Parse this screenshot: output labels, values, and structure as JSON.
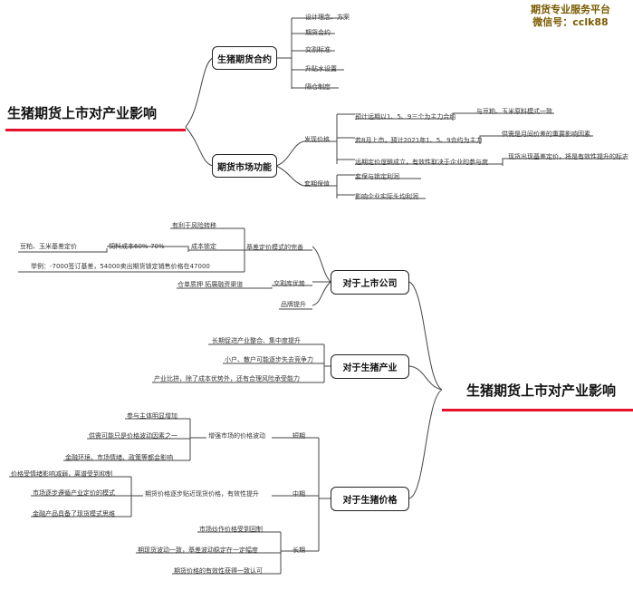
{
  "watermark": {
    "line1": "期货专业服务平台",
    "line2": "微信号：cclk88",
    "color": "#7a5a00"
  },
  "accent_color": "#e8112d",
  "top_map": {
    "root": "生猪期货上市对产业影响",
    "branch_contract": {
      "label": "生猪期货合约",
      "items": [
        "设计理念、方案",
        "期货合约",
        "交割标准",
        "升贴水设置",
        "隔仓制度"
      ]
    },
    "branch_function": {
      "label": "期货市场功能",
      "price_discovery": {
        "label": "发现价格",
        "items": [
          {
            "text": "预计远期以1、5、9三个为主力合约",
            "tail": "与豆粕、玉米原料模式一致"
          },
          {
            "text": "若8月上市，预计2021年1、5、9合约为主力",
            "tail": "供需是月间价差的重要影响因素"
          },
          {
            "text": "远期定价逻辑成立，有效性取决于企业的参与度",
            "tail": "现货出现基差定价，将是有效性提升的标志"
          }
        ]
      },
      "hedging": {
        "label": "套期保值",
        "items": [
          "套保与锁定利润",
          "影响企业实际头均利润"
        ]
      }
    }
  },
  "bottom_map": {
    "root": "生猪期货上市对产业影响",
    "listed_companies": {
      "label": "对于上市公司",
      "basis_pricing": {
        "label": "基差定价模式的完善",
        "risk": "有利于风险转移",
        "cost_lock": "成本锁定",
        "feed_cost": "饲料成本60%-70%",
        "soy_corn": "豆粕、玉米基差定价",
        "example": "举例：-7000签订基差，54000卖出期货锁定销售价格在47000"
      },
      "delivery": {
        "label": "交割库优势",
        "item": "仓单质押 拓展融资渠道"
      },
      "brand": "品牌提升"
    },
    "industry": {
      "label": "对于生猪产业",
      "items": [
        "长期促进产业整合、集中度提升",
        "小户、散户可能逐步失去竞争力",
        "产业比拼，除了成本优势外，还有合理风险承受能力"
      ]
    },
    "price": {
      "label": "对于生猪价格",
      "short_term": {
        "label": "短期",
        "sub": "增强市场的价格波动",
        "items": [
          "参与主体明显增加",
          "供需可能只是价格波动因素之一",
          "金融环境、市场情绪、政策等都会影响"
        ]
      },
      "mid_term": {
        "label": "中期",
        "sub": "期货价格逐步贴近现货价格，有效性提升",
        "items": [
          "价格受情绪影响减弱，离谱受到抑制",
          "市场逐步遵循产业定价的模式",
          "金融产品具备了现货模式思维"
        ]
      },
      "long_term": {
        "label": "长期",
        "items": [
          "市场炒作价格受到回制",
          "期现货波动一致，基差波动稳定在一定幅度",
          "期货价格的有效性获得一致认可"
        ]
      }
    }
  }
}
